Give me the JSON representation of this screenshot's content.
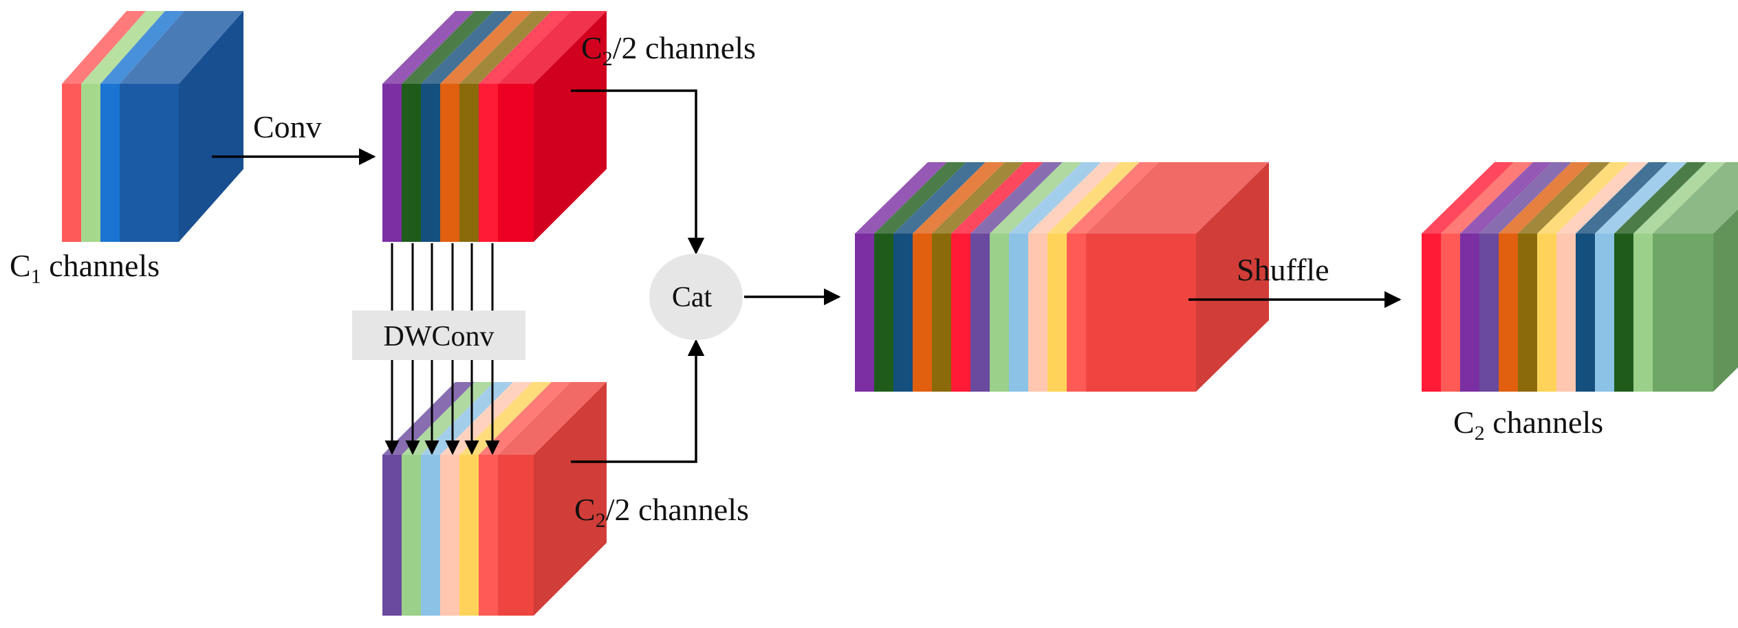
{
  "labels": {
    "input_channels": "C",
    "input_channels_sub": "1",
    "input_channels_rest": " channels",
    "top_channels": "C",
    "top_channels_sub": "2",
    "top_channels_rest": "/2 channels",
    "bottom_channels": "C",
    "bottom_channels_sub": "2",
    "bottom_channels_rest": "/2 channels",
    "output_channels": "C",
    "output_channels_sub": "2",
    "output_channels_rest": " channels"
  },
  "operations": {
    "conv": "Conv",
    "dwconv": "DWConv",
    "cat": "Cat",
    "shuffle": "Shuffle"
  },
  "colors": {
    "input_block": [
      "#ff5a5a",
      "#a5d88a",
      "#1b74d2",
      "#1b5aa5"
    ],
    "conv_block": [
      "#7b2fa3",
      "#1f5c1c",
      "#154f7d",
      "#e06010",
      "#8a6a0a",
      "#ff1a35",
      "#ee0022"
    ],
    "dw_block": [
      "#6a4a9e",
      "#9bd08a",
      "#8cc2e6",
      "#ffc7b0",
      "#ffd35a",
      "#ff5a55",
      "#ee4540"
    ],
    "cat_block": [
      "#7b2fa3",
      "#1f5c1c",
      "#154f7d",
      "#e06010",
      "#8a6a0a",
      "#ff1a35",
      "#6a4a9e",
      "#9bd08a",
      "#8cc2e6",
      "#ffc7b0",
      "#ffd35a",
      "#ff5a55",
      "#ee4540"
    ],
    "shuffle_block": [
      "#ff1a35",
      "#ff5a55",
      "#7b2fa3",
      "#6a4a9e",
      "#e06010",
      "#8a6a0a",
      "#ffd35a",
      "#ffc7b0",
      "#154f7d",
      "#8cc2e6",
      "#1f5c1c",
      "#9bd08a",
      "#6fa866"
    ],
    "cat_circle": "#e6e6e6",
    "dwconv_box": "#e6e6e6"
  }
}
